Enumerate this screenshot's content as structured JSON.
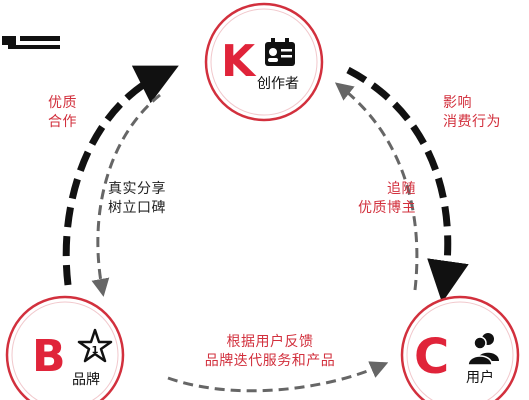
{
  "nodes": {
    "k": {
      "letter": "K",
      "label": "创作者",
      "icon": "id-card-icon"
    },
    "b": {
      "letter": "B",
      "label": "品牌",
      "icon": "star-badge-icon"
    },
    "c": {
      "letter": "C",
      "label": "用户",
      "icon": "users-icon"
    }
  },
  "edges": {
    "b_to_k_outer": {
      "line1": "优质",
      "line2": "合作"
    },
    "k_to_b_inner": {
      "line1": "真实分享",
      "line2": "树立口碑"
    },
    "k_to_c_outer": {
      "line1": "影响",
      "line2": "消费行为"
    },
    "c_to_k_inner": {
      "line1": "追随",
      "line2": "优质博主"
    },
    "b_to_c_bottom": {
      "line1": "根据用户反馈",
      "line2": "品牌迭代服务和产品"
    }
  },
  "colors": {
    "accent": "#e0243a",
    "ring": "#d2303d",
    "arrow_dark": "#111111",
    "arrow_gray": "#666666"
  }
}
